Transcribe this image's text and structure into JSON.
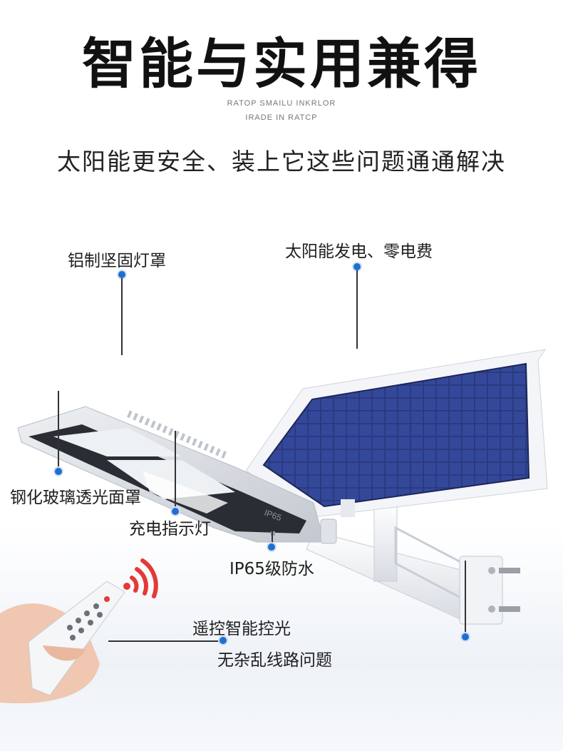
{
  "header": {
    "title": "智能与实用兼得",
    "subtitle_en_line1": "RATOP SMAILU INKRLOR",
    "subtitle_en_line2": "IRADE IN RATCP",
    "tagline": "太阳能更安全、装上它这些问题通通解决"
  },
  "callouts": {
    "aluminum_shell": "铝制坚固灯罩",
    "solar_power": "太阳能发电、零电费",
    "tempered_glass": "钢化玻璃透光面罩",
    "charge_indicator": "充电指示灯",
    "waterproof": "IP65级防水",
    "remote_line1": "遥控智能控光",
    "remote_line2": "无杂乱线路问题"
  },
  "product": {
    "lamp_marking": "IP65"
  },
  "colors": {
    "accent_dot": "#1f6fd1",
    "solar_panel": "#2d3f8a",
    "lamp_body": "#d9dde3",
    "signal_red": "#e53935"
  }
}
